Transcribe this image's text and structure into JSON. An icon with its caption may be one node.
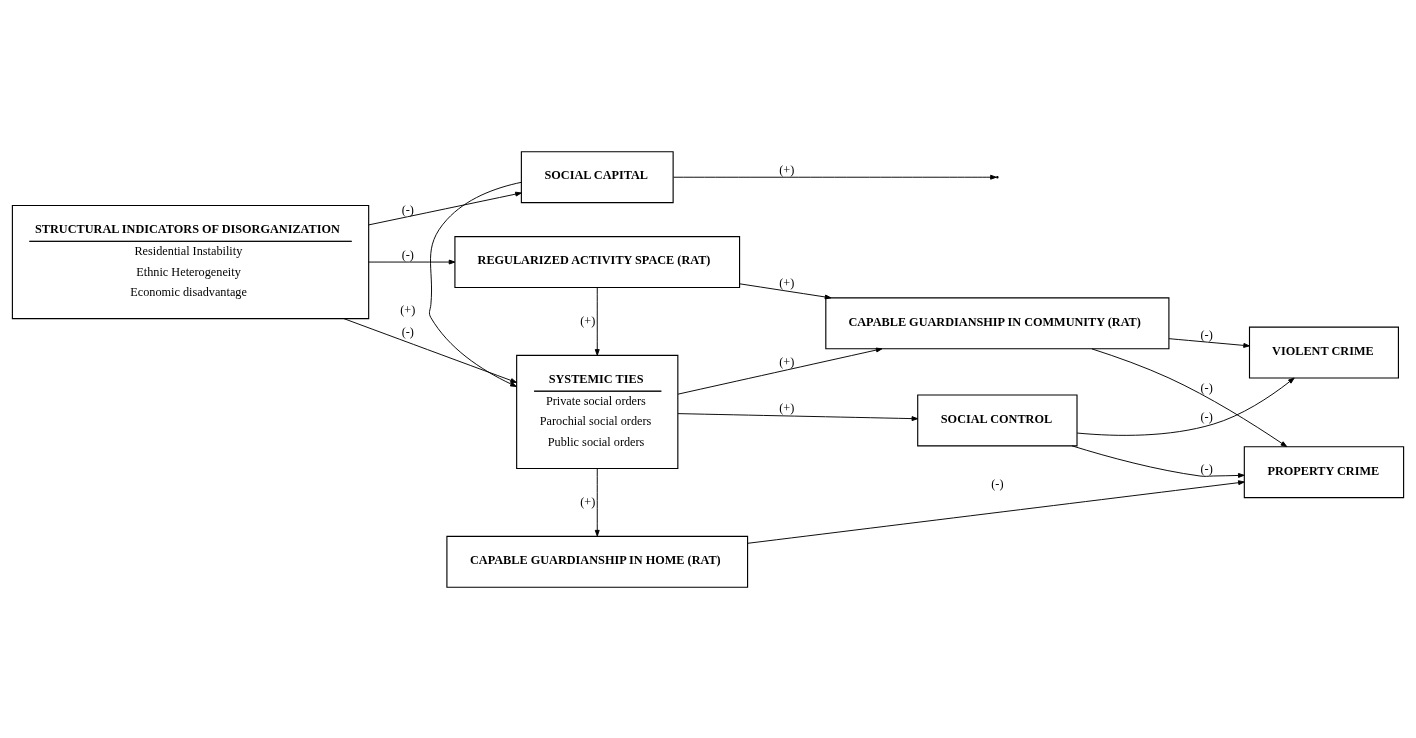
{
  "diagram": {
    "nodes": [
      {
        "text": [
          "STRUCTURAL INDICATORS OF DISORGANIZATION",
          "Residential Instability",
          "Ethnic Heterogeneity",
          "Economic disadvantage"
        ]
      },
      {
        "text": [
          "SOCIAL CAPITAL"
        ]
      },
      {
        "text": [
          "SYSTEMIC TIES",
          "Private social orders",
          "Parochial social orders",
          "Public social orders"
        ]
      },
      {
        "text": [
          "SOCIAL CONTROL"
        ]
      },
      {
        "text": [
          "VIOLENT CRIME"
        ]
      },
      {
        "text": [
          "CAPABLE GUARDIANSHIP IN COMMUNITY (RAT)"
        ]
      },
      {
        "text": [
          "PROPERTY CRIME"
        ]
      },
      {
        "text": [
          "REGULARIZED ACTIVITY SPACE (RAT)"
        ]
      },
      {
        "text": [
          "CAPABLE GUARDIANSHIP IN HOME (RAT)"
        ]
      }
    ],
    "edges": [
      {
        "from": 0,
        "to": 1,
        "arrow": "to",
        "label": "(-)"
      },
      {
        "from": 1,
        "to": 2,
        "arrow": "to",
        "label": "(+)"
      },
      {
        "from": 1,
        "to": null,
        "arrow": "to",
        "label": "(+)"
      },
      {
        "from": 0,
        "to": 2,
        "arrow": "to",
        "label": "(-)"
      },
      {
        "from": 2,
        "to": 3,
        "arrow": "to",
        "label": "(+)"
      },
      {
        "from": 2,
        "to": 5,
        "arrow": "to",
        "label": "(+)"
      },
      {
        "from": 3,
        "to": 4,
        "arrow": "to",
        "label": "(-)"
      },
      {
        "from": 3,
        "to": 6,
        "arrow": "to",
        "label": "(-)"
      },
      {
        "from": 5,
        "to": 4,
        "arrow": "to",
        "label": "(-)"
      },
      {
        "from": 5,
        "to": 6,
        "arrow": "to",
        "label": "(-)"
      },
      {
        "from": 0,
        "to": 7,
        "arrow": "to",
        "label": "(-)"
      },
      {
        "from": 7,
        "to": 2,
        "arrow": "to",
        "label": "(+)"
      },
      {
        "from": 7,
        "to": 5,
        "arrow": "to",
        "label": "(+)"
      },
      {
        "from": 2,
        "to": 8,
        "arrow": "to",
        "label": "(+)"
      },
      {
        "from": 8,
        "to": 6,
        "arrow": "to",
        "label": "(-)"
      }
    ]
  }
}
